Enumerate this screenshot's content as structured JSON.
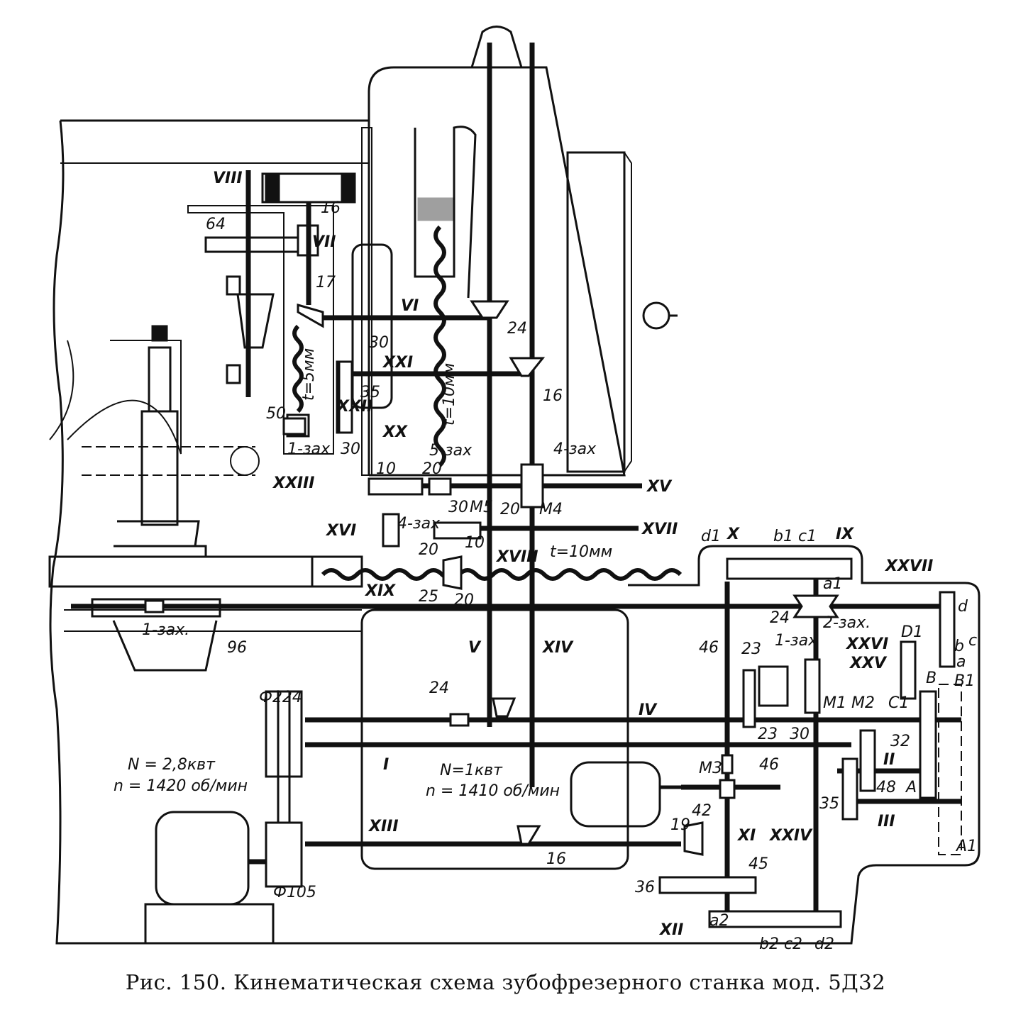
{
  "caption": "Рис. 150. Кинематическая схема зубофрезерного станка мод. 5Д32",
  "colors": {
    "ink": "#111111",
    "paper": "#ffffff"
  },
  "shaft_labels": [
    "VIII",
    "VII",
    "VI",
    "XXI",
    "XXII",
    "XXIII",
    "XX",
    "XV",
    "XVI",
    "XVII",
    "XVIII",
    "XIX",
    "V",
    "XIV",
    "IV",
    "I",
    "XIII",
    "XI",
    "XXIV",
    "XII",
    "X",
    "IX",
    "XXVII",
    "XXVI",
    "XXV",
    "II",
    "III"
  ],
  "gear_labels": [
    "64",
    "16",
    "17",
    "24",
    "30",
    "16",
    "35",
    "50",
    "30",
    "1-зах",
    "t=5мм",
    "t=10мм",
    "5-зах",
    "4-зах",
    "10",
    "20",
    "30",
    "M5",
    "20",
    "M4",
    "4-зах",
    "20",
    "10",
    "t=10мм",
    "25",
    "20",
    "1-зах.",
    "96",
    "d1",
    "b1 c1",
    "a1",
    "24",
    "2-зах.",
    "d",
    "b",
    "c",
    "D1",
    "a",
    "B",
    "B1",
    "46",
    "23",
    "1-зах",
    "24",
    "Ф224",
    "23",
    "30",
    "M1",
    "M2",
    "C1",
    "32",
    "46",
    "M3",
    "48",
    "A",
    "35",
    "42",
    "19",
    "A1",
    "16",
    "45",
    "36",
    "Ф105",
    "a2",
    "b2 c2",
    "d2"
  ],
  "motors": [
    {
      "power": "N = 2,8квт",
      "speed": "n = 1420 об/мин"
    },
    {
      "power": "N=1квт",
      "speed": "n = 1410 об/мин"
    }
  ]
}
